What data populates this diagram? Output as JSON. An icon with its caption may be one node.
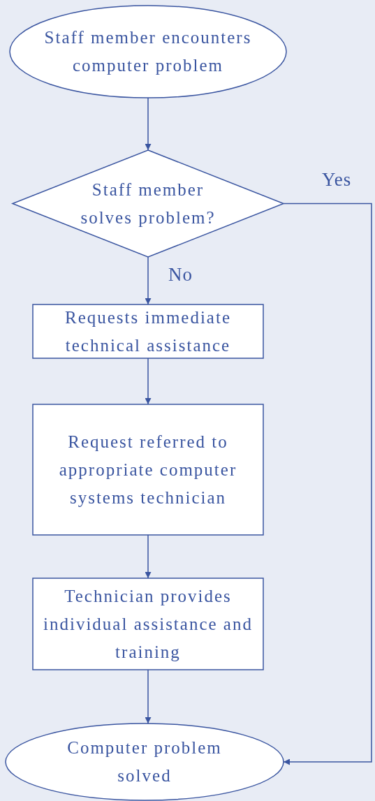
{
  "diagram": {
    "nodes": [
      {
        "text": [
          "Staff member encounters computer problem"
        ]
      },
      {
        "text": [
          "Staff member solves problem?"
        ]
      },
      {
        "text": [
          "Requests immediate technical assistance"
        ]
      },
      {
        "text": [
          "Request referred to appropriate computer systems technician"
        ]
      },
      {
        "text": [
          "Technician provides individual assistance and training"
        ]
      },
      {
        "text": [
          "Computer problem solved"
        ]
      }
    ],
    "edges": [
      {
        "from": 0,
        "to": 1,
        "arrow": "to"
      },
      {
        "from": 1,
        "to": 5,
        "arrow": "to",
        "label": "Yes"
      },
      {
        "from": 1,
        "to": 2,
        "arrow": "to",
        "label": "No"
      },
      {
        "from": 2,
        "to": 3,
        "arrow": "to"
      },
      {
        "from": 3,
        "to": 4,
        "arrow": "to"
      },
      {
        "from": 4,
        "to": 5,
        "arrow": "to"
      }
    ]
  }
}
